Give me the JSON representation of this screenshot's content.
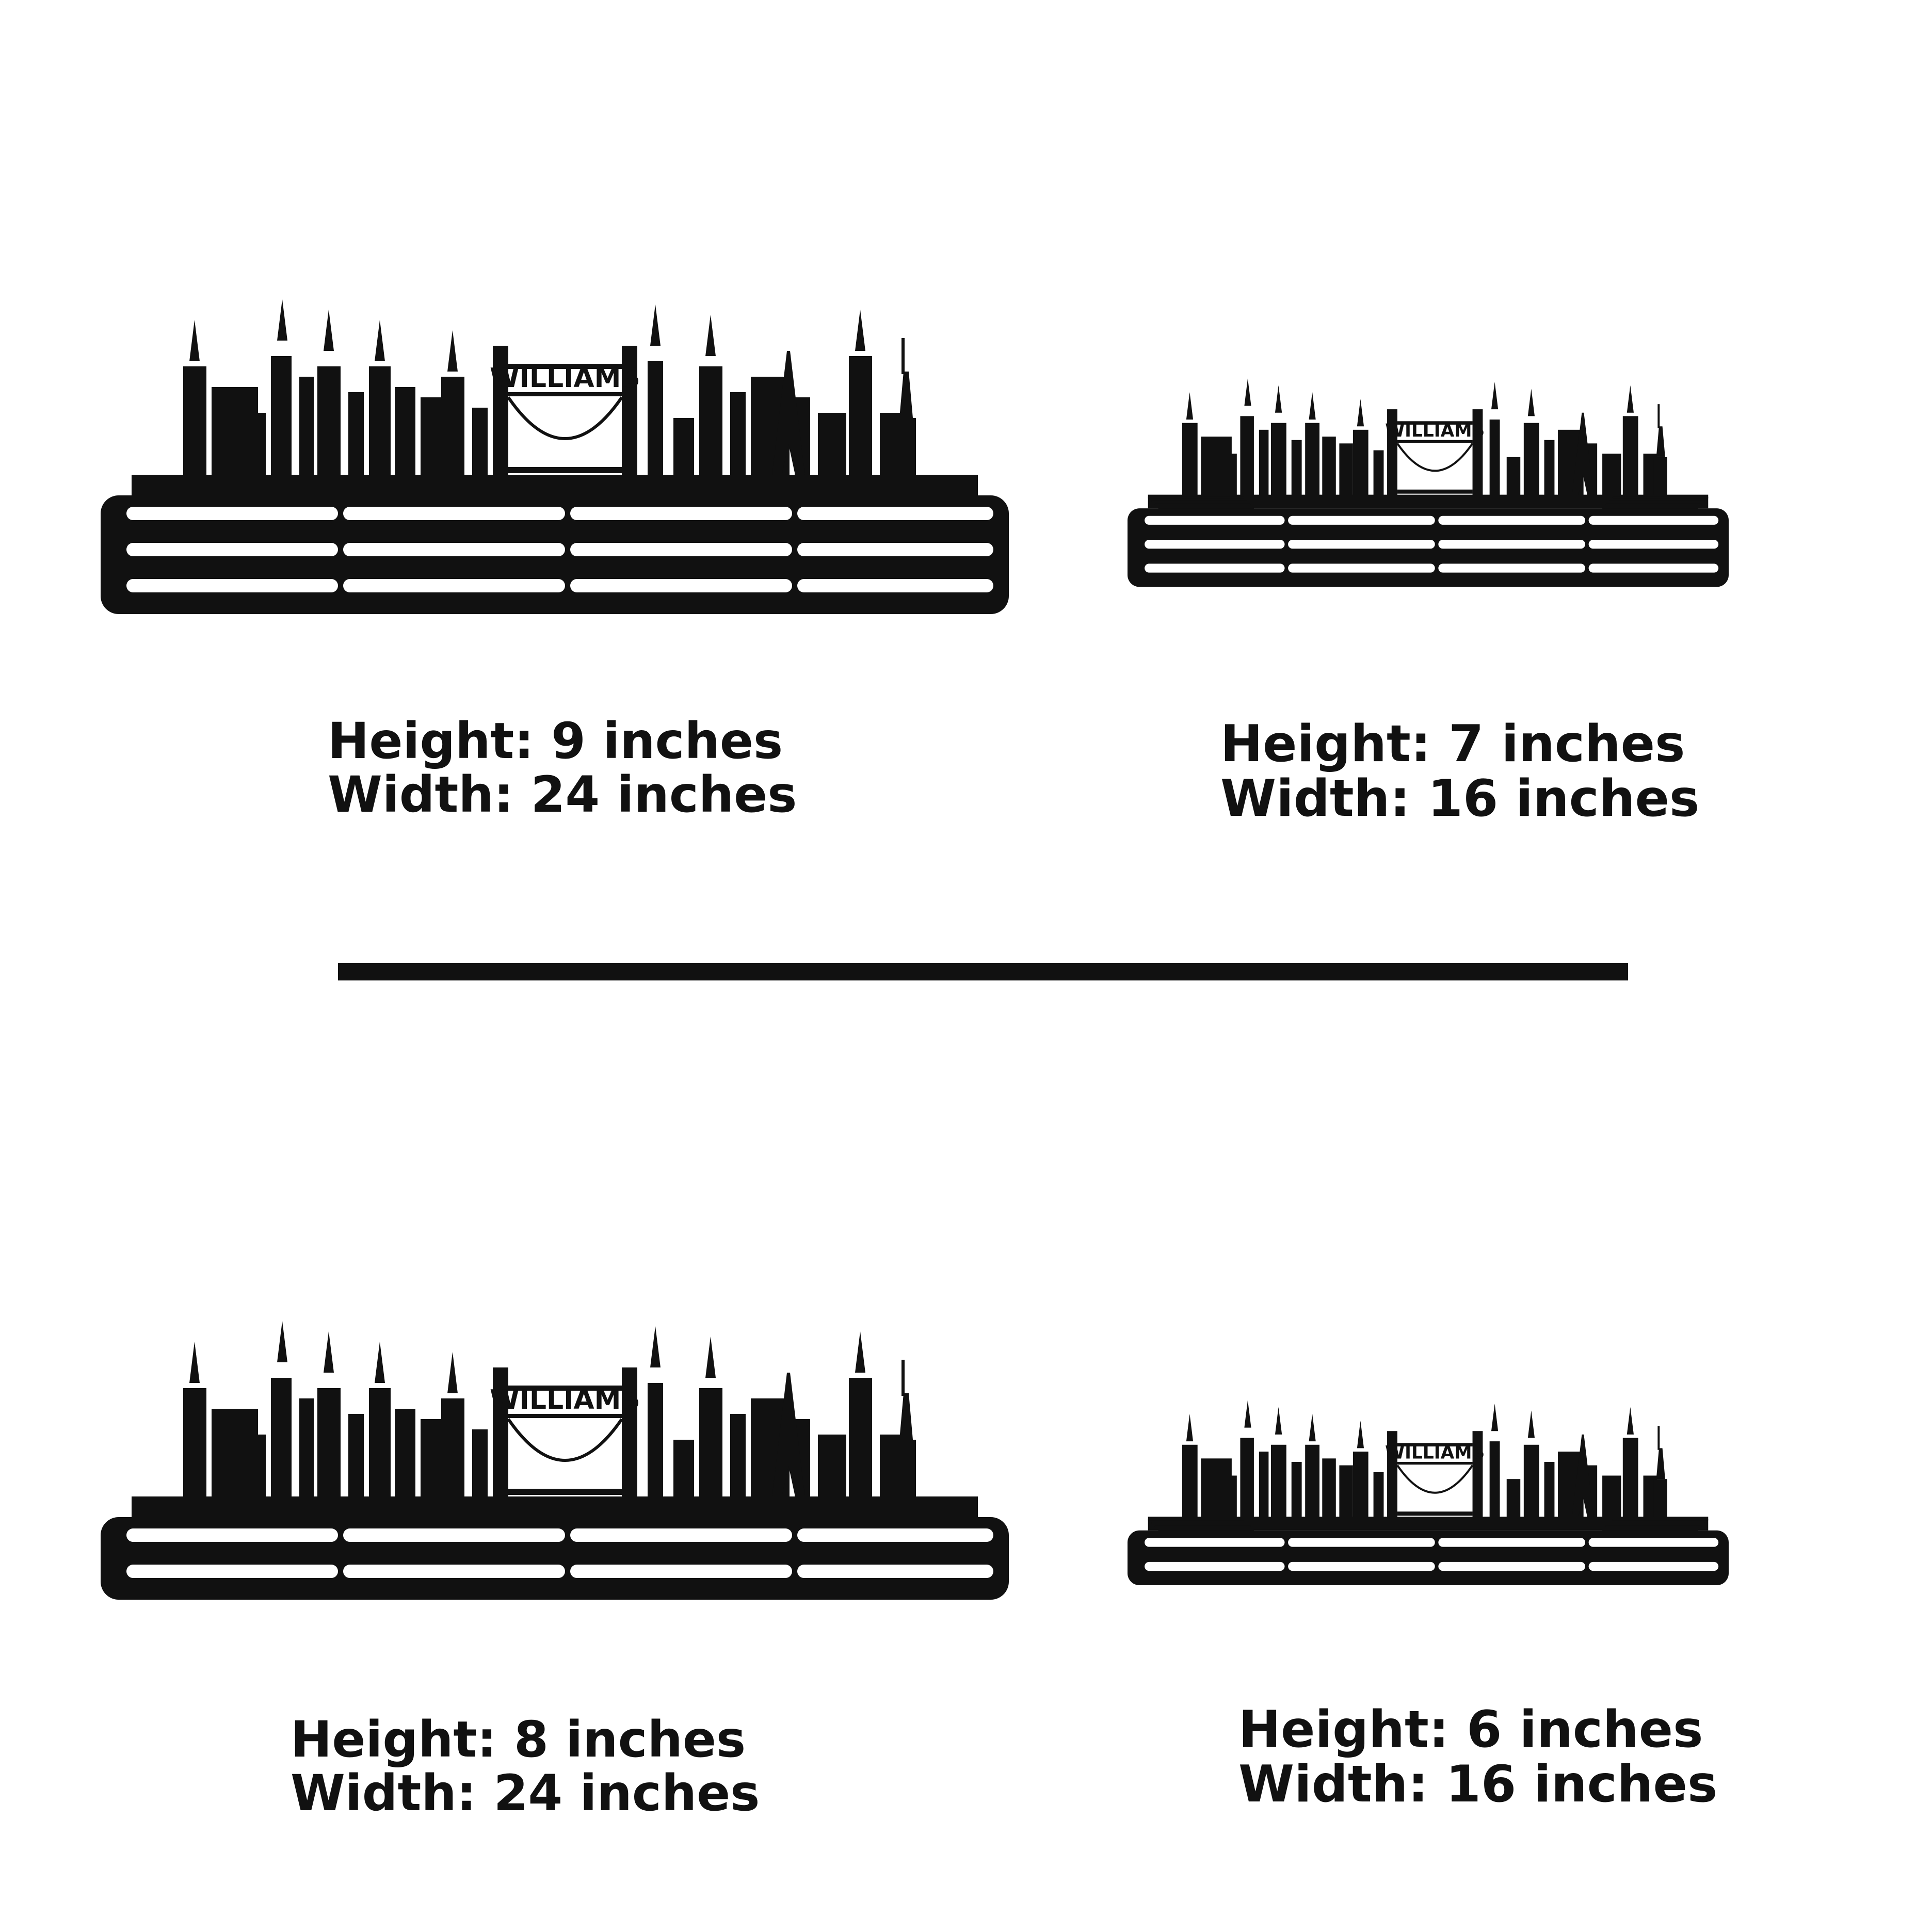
{
  "colors": {
    "ink": "#111111",
    "background": "#ffffff"
  },
  "products": [
    {
      "name_plate": "WILLIAMS",
      "rows": 3,
      "height_label": "Height: 9 inches",
      "width_label": "Width: 24 inches"
    },
    {
      "name_plate": "WILLIAMS",
      "rows": 3,
      "height_label": "Height: 7 inches",
      "width_label": "Width: 16 inches"
    },
    {
      "name_plate": "WILLIAMS",
      "rows": 2,
      "height_label": "Height: 8 inches",
      "width_label": "Width: 24 inches"
    },
    {
      "name_plate": "WILLIAMS",
      "rows": 2,
      "height_label": "Height: 6 inches",
      "width_label": "Width: 16 inches"
    }
  ]
}
